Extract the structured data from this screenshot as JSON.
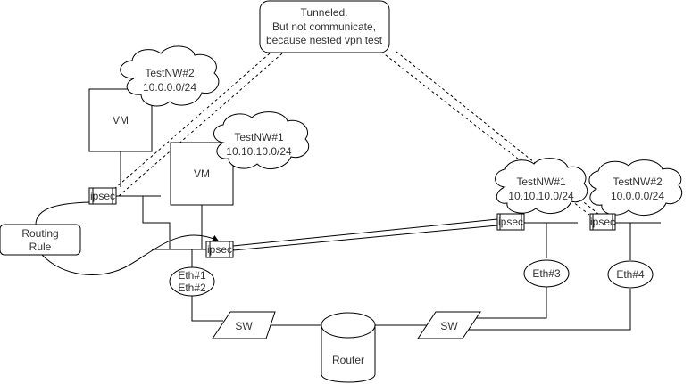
{
  "callout": {
    "lines": [
      "Tunneled.",
      "But not communicate,",
      "because nested vpn test"
    ]
  },
  "left_site": {
    "vm_upper": {
      "label": "VM"
    },
    "vm_lower": {
      "label": "VM"
    },
    "cloud_nw2": {
      "name": "TestNW#2",
      "subnet": "10.0.0.0/24"
    },
    "cloud_nw1": {
      "name": "TestNW#1",
      "subnet": "10.10.10.0/24"
    },
    "ipsec_upper": {
      "label": "ipsec"
    },
    "ipsec_lower": {
      "label": "ipsec"
    },
    "routing_rule": {
      "lines": [
        "Routing",
        "Rule"
      ]
    },
    "eth": {
      "lines": [
        "Eth#1",
        "Eth#2"
      ]
    }
  },
  "right_site": {
    "cloud_nw1": {
      "name": "TestNW#1",
      "subnet": "10.10.10.0/24"
    },
    "cloud_nw2": {
      "name": "TestNW#2",
      "subnet": "10.0.0.0/24"
    },
    "ipsec_nw1": {
      "label": "ipsec"
    },
    "ipsec_nw2": {
      "label": "ipsec"
    },
    "eth3": {
      "label": "Eth#3"
    },
    "eth4": {
      "label": "Eth#4"
    }
  },
  "core": {
    "sw_left": {
      "label": "SW"
    },
    "sw_right": {
      "label": "SW"
    },
    "router": {
      "label": "Router"
    }
  }
}
